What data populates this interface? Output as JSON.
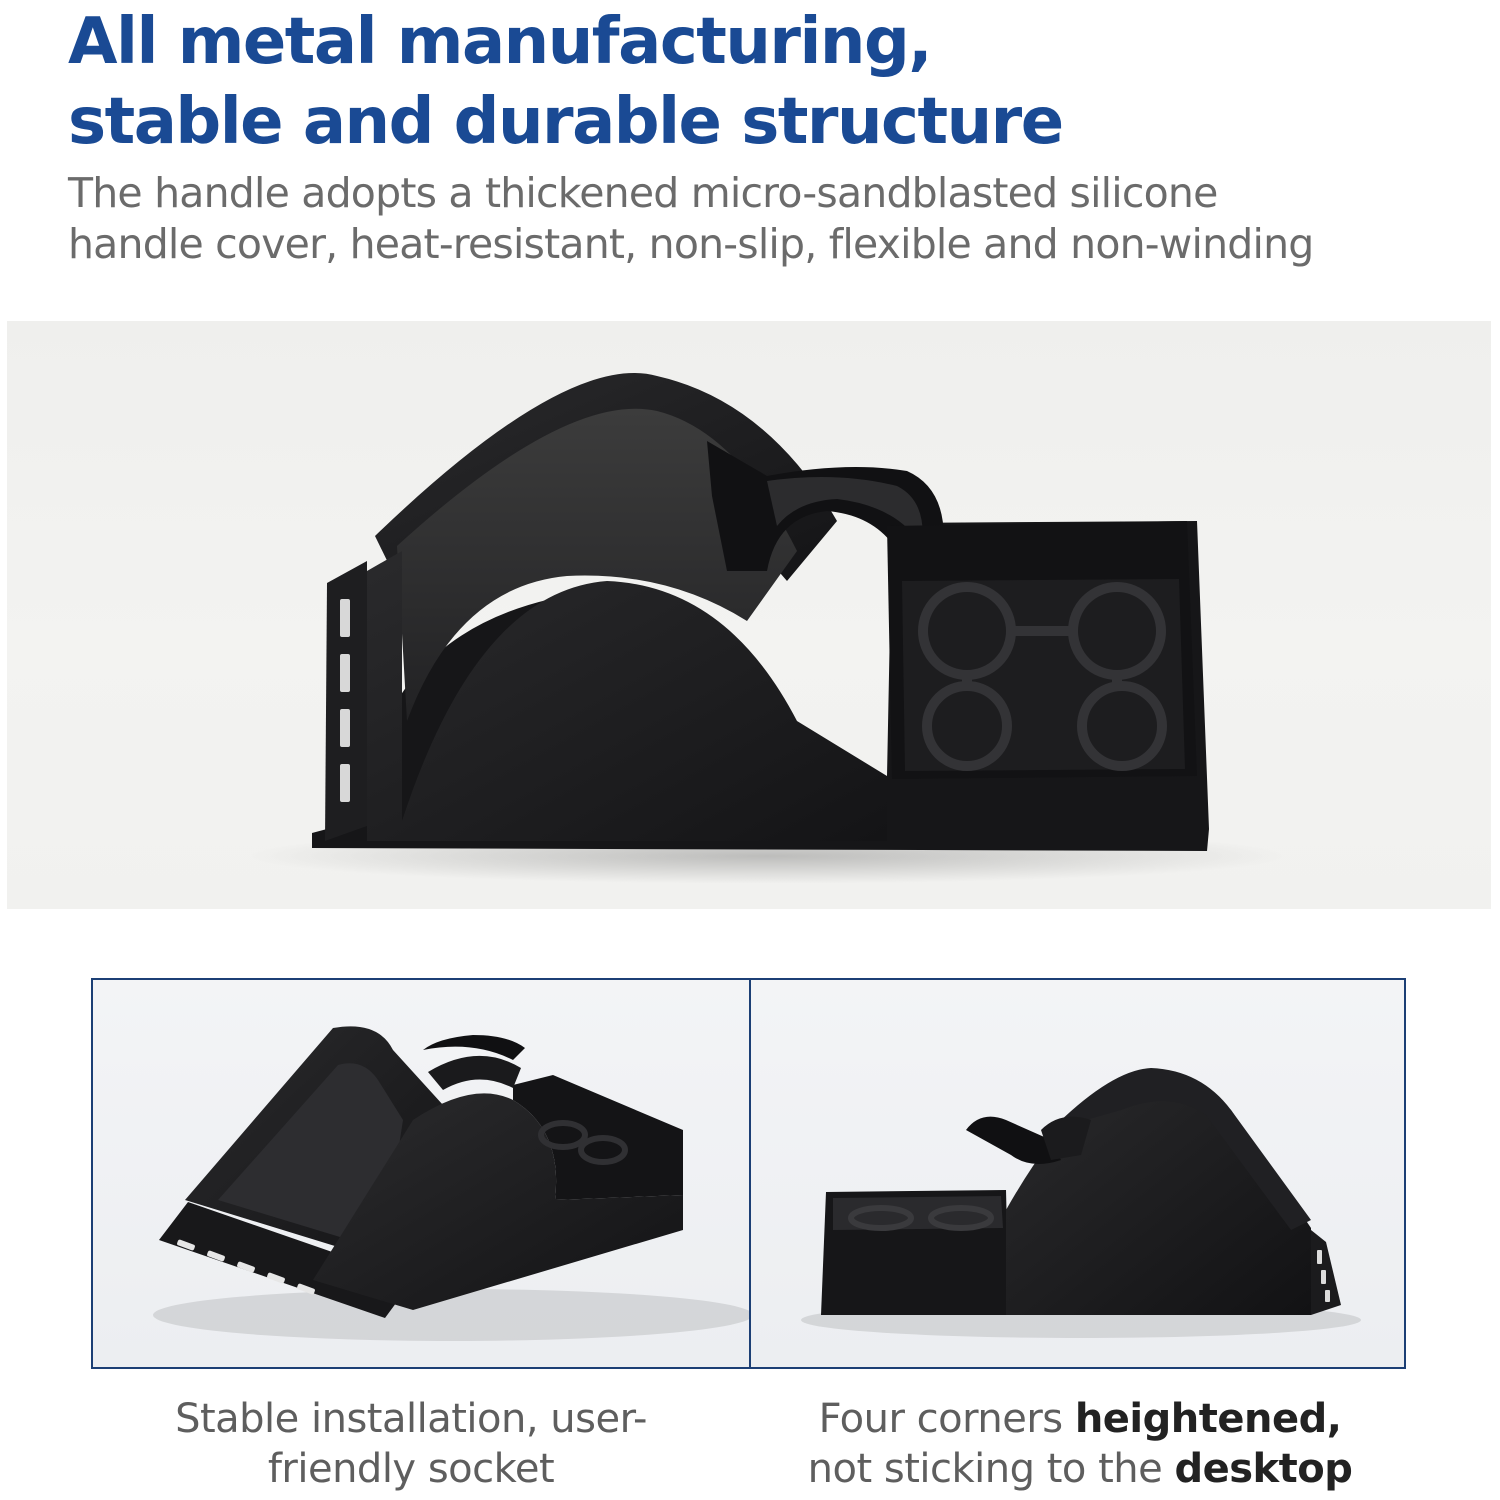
{
  "header": {
    "title_line1": "All metal manufacturing,",
    "title_line2": "stable and durable structure",
    "subtitle_line1": "The handle adopts a thickened micro-sandblasted silicone",
    "subtitle_line2": "handle cover, heat-resistant, non-slip, flexible and non-winding"
  },
  "colors": {
    "title": "#1a4a94",
    "subtitle": "#6b6b6b",
    "panel_border": "#1c3f75",
    "product": "#1b1b1d"
  },
  "captions": {
    "left": {
      "line1": "Stable installation, user-",
      "line2": "friendly socket"
    },
    "right": {
      "line1_regular": "Four corners ",
      "line1_bold": "heightened,",
      "line2_regular": "not sticking to the ",
      "line2_bold": "desktop"
    }
  },
  "icons": {
    "hero": "soldering-stand-photo",
    "left_panel": "soldering-stand-angled-photo",
    "right_panel": "soldering-stand-side-photo"
  }
}
